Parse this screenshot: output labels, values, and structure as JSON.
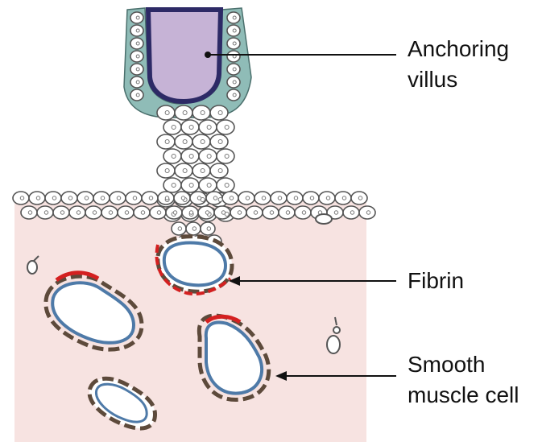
{
  "labels": {
    "anchoring_villus": [
      "Anchoring",
      "villus"
    ],
    "fibrin": [
      "Fibrin"
    ],
    "smooth_muscle_cell": [
      "Smooth",
      "muscle cell"
    ]
  },
  "colors": {
    "background": "#ffffff",
    "decidua": "#f7e3e1",
    "cell_fill": "#ffffff",
    "cell_outline": "#555555",
    "villus_core": "#c6b3d6",
    "villus_border": "#2d2a66",
    "trophoblast_layer": "#8fbcb7",
    "vessel_inner": "#4e7aa8",
    "smooth_muscle": "#5d4a3b",
    "fibrin": "#d42020",
    "leader_line": "#111111"
  }
}
